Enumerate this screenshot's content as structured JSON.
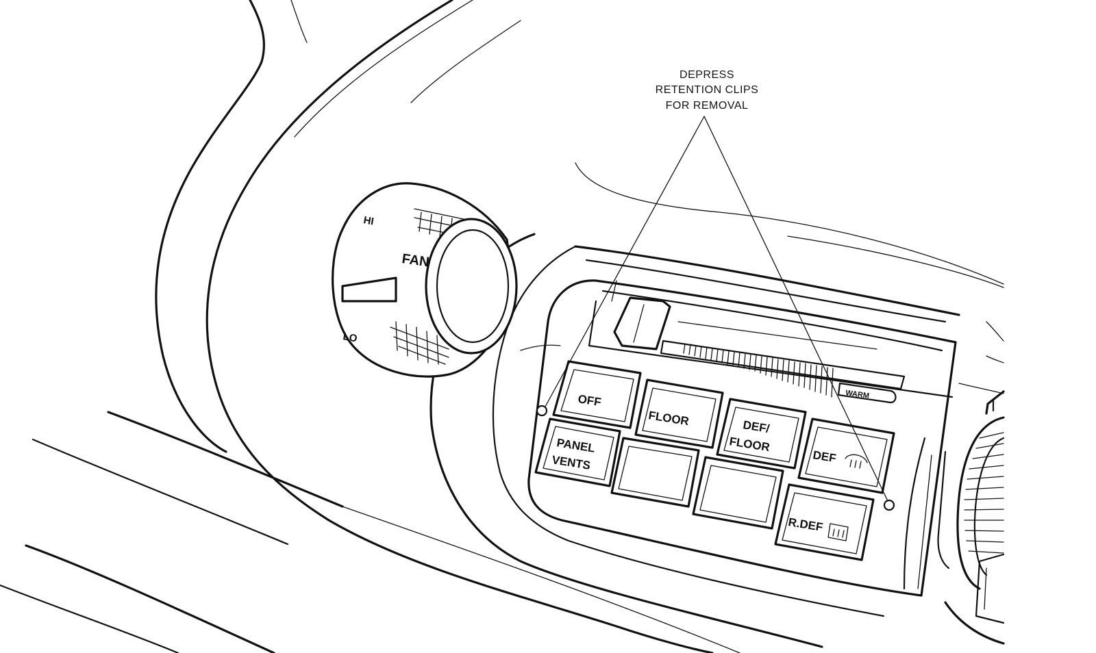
{
  "callout": {
    "lines": [
      "DEPRESS",
      "RETENTION CLIPS",
      "FOR REMOVAL"
    ]
  },
  "fan_knob": {
    "label": "FAN",
    "hi_label": "HI",
    "lo_label": "LO"
  },
  "temperature": {
    "warm_label": "WARM"
  },
  "buttons": {
    "off": "OFF",
    "floor": "FLOOR",
    "def_floor_1": "DEF/",
    "def_floor_2": "FLOOR",
    "panel_vents_1": "PANEL",
    "panel_vents_2": "VENTS",
    "def": "DEF",
    "r_def": "R.DEF"
  },
  "colors": {
    "line": "#111111",
    "background": "#ffffff"
  }
}
